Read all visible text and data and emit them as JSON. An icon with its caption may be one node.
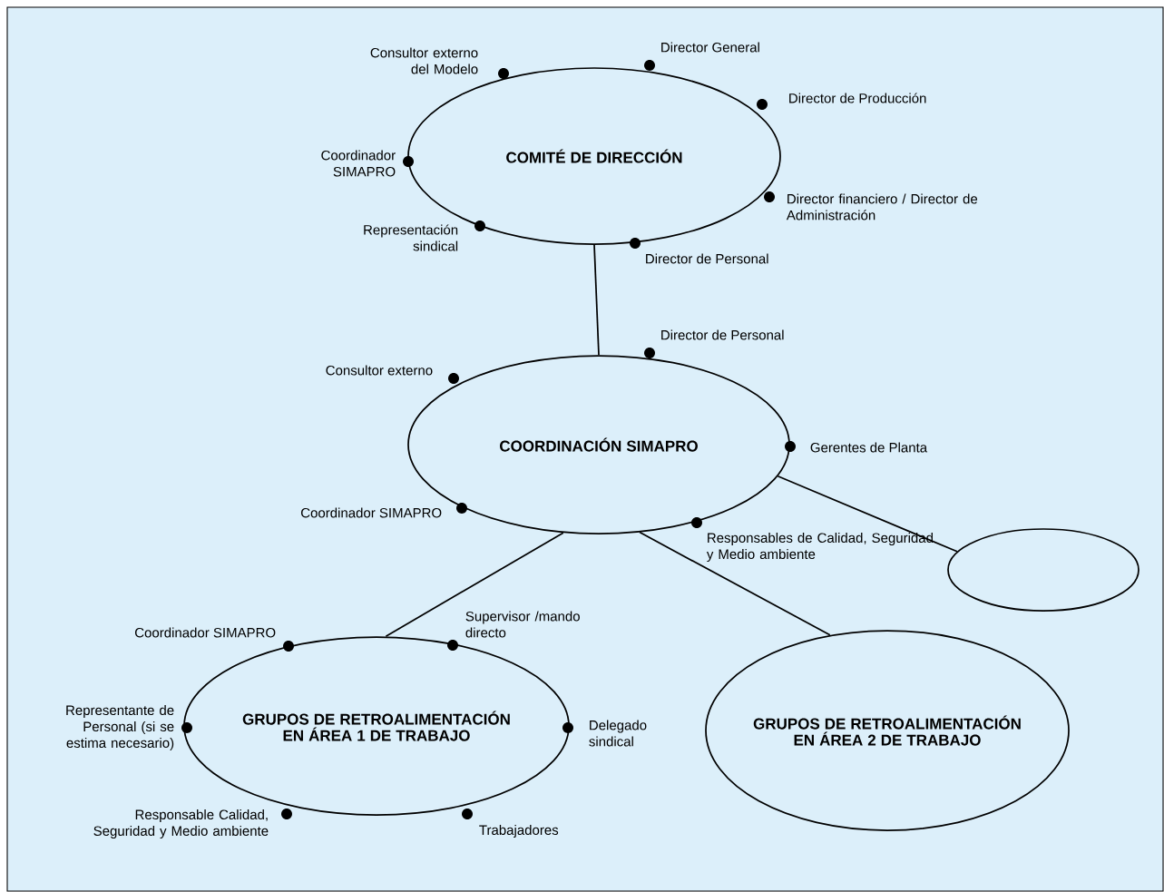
{
  "diagram": {
    "nodes": [
      {
        "text": [
          "COMITÉ DE DIRECCIÓN"
        ],
        "beside": [
          "Consultor externo del Modelo",
          "Director General",
          "Director de Producción",
          "Coordinador SIMAPRO",
          "Director financiero / Director de Administración",
          "Representación sindical",
          "Director de Personal"
        ]
      },
      {
        "text": [
          "COORDINACIÓN SIMAPRO"
        ],
        "beside": [
          "Director de Personal",
          "Consultor externo",
          "Gerentes de Planta",
          "Coordinador SIMAPRO",
          "Responsables de Calidad, Seguridad y Medio ambiente"
        ]
      },
      {
        "text": [
          "GRUPOS DE RETROALIMENTACIÓN EN ÁREA 1 DE TRABAJO"
        ],
        "beside": [
          "Coordinador SIMAPRO",
          "Supervisor /mando directo",
          "Representante de Personal (si se estima necesario)",
          "Delegado sindical",
          "Responsable Calidad, Seguridad y Medio ambiente",
          "Trabajadores"
        ]
      },
      {
        "text": [
          "GRUPOS DE RETROALIMENTACIÓN EN ÁREA 2 DE TRABAJO"
        ]
      },
      {
        "text": [],
        "shape": "ellipse"
      }
    ],
    "edges": [
      {
        "from": 0,
        "to": 1,
        "arrow": "none"
      },
      {
        "from": 1,
        "to": 2,
        "arrow": "none"
      },
      {
        "from": 1,
        "to": 3,
        "arrow": "none"
      },
      {
        "from": 1,
        "to": 4,
        "arrow": "none"
      }
    ]
  }
}
